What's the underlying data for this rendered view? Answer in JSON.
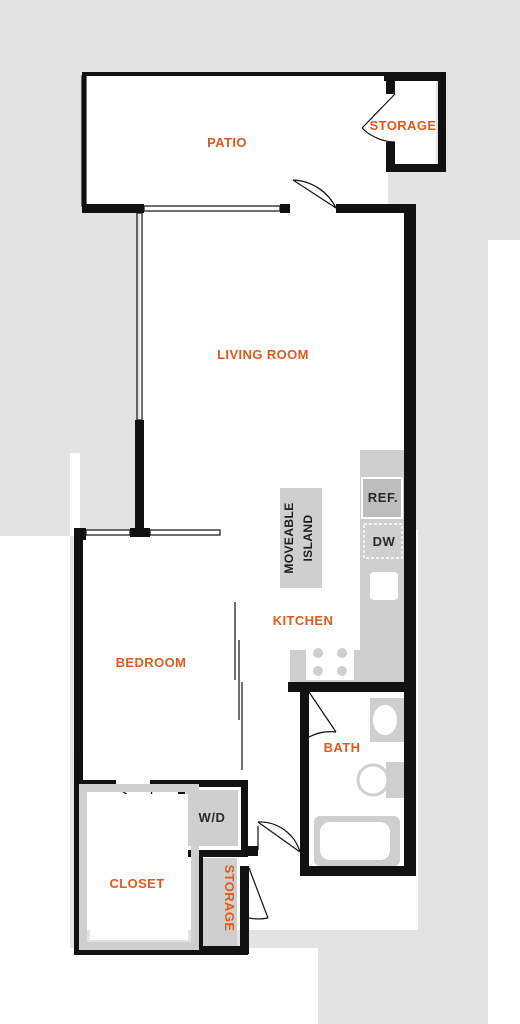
{
  "colors": {
    "room_label": "#e05a1c",
    "wall": "#111111",
    "site_background": "#e3e3e3",
    "fixture_fill": "#cfcfcf"
  },
  "rooms": {
    "patio": "PATIO",
    "patio_storage": "STORAGE",
    "living_room": "LIVING ROOM",
    "kitchen": "KITCHEN",
    "bedroom": "BEDROOM",
    "bath": "BATH",
    "closet": "CLOSET",
    "hall_storage": "STORAGE"
  },
  "fixtures": {
    "refrigerator": "REF.",
    "dishwasher": "DW",
    "washer_dryer": "W/D",
    "island_line1": "MOVEABLE",
    "island_line2": "ISLAND"
  }
}
